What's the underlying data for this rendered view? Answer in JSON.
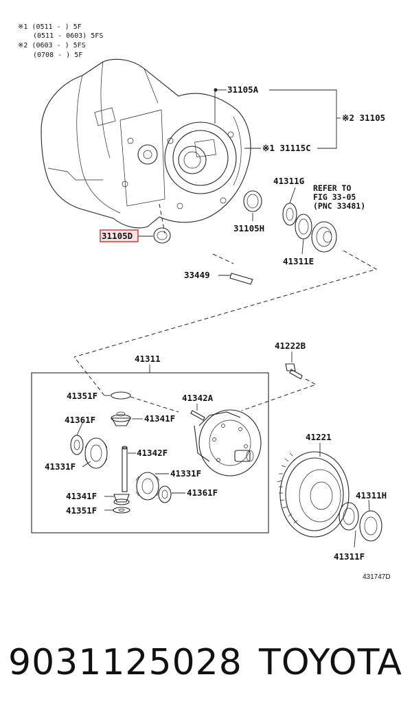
{
  "applicability_notes": [
    "※1 (0511 -        ) 5F",
    "(0511 - 0603) 5FS",
    "※2 (0603 -        ) 5FS",
    "(0708 -        ) 5F"
  ],
  "callouts": {
    "c31105A": "31105A",
    "c31105": "※2 31105",
    "c31115C": "※1 31115C",
    "c41311G": "41311G",
    "c31105H": "31105H",
    "c31105D": "31105D",
    "c41311E": "41311E",
    "c33449": "33449",
    "c41311": "41311",
    "c41222B": "41222B",
    "c41351F_a": "41351F",
    "c41342A": "41342A",
    "c41341F_a": "41341F",
    "c41361F_a": "41361F",
    "c41342F": "41342F",
    "c41331F_a": "41331F",
    "c41331F_b": "41331F",
    "c41341F_b": "41341F",
    "c41361F_b": "41361F",
    "c41351F_b": "41351F",
    "c41221": "41221",
    "c41311H": "41311H",
    "c41311F": "41311F"
  },
  "refer_note": [
    "REFER TO",
    "FIG 33-05",
    "(PNC 33481)"
  ],
  "highlighted_part": "31105D",
  "highlight_color": "#d32f2f",
  "drawing_number": "431747D",
  "footer": {
    "part_number": "9031125028",
    "brand": "TOYOTA"
  }
}
